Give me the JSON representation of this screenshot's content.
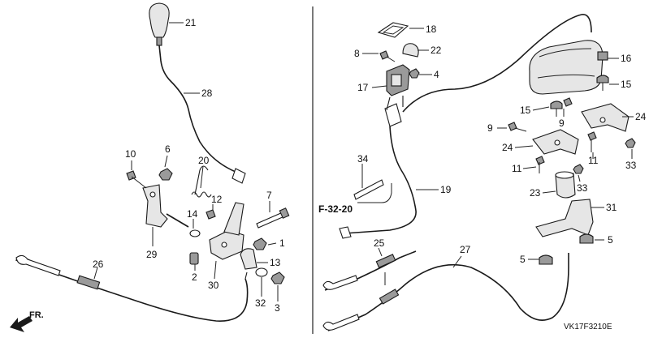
{
  "diagram": {
    "part_numbers": [
      "1",
      "2",
      "3",
      "4",
      "5",
      "6",
      "7",
      "8",
      "9",
      "10",
      "11",
      "12",
      "13",
      "14",
      "15",
      "16",
      "17",
      "18",
      "19",
      "20",
      "21",
      "22",
      "23",
      "24",
      "25",
      "26",
      "27",
      "28",
      "29",
      "30",
      "31",
      "32",
      "33",
      "34"
    ],
    "callouts": {
      "n21": "21",
      "n28": "28",
      "n10": "10",
      "n6": "6",
      "n20": "20",
      "n12": "12",
      "n7": "7",
      "n14": "14",
      "n1": "1",
      "n29": "29",
      "n2": "2",
      "n30": "30",
      "n13": "13",
      "n32": "32",
      "n3": "3",
      "n26": "26",
      "n18": "18",
      "n8": "8",
      "n22": "22",
      "n4": "4",
      "n17": "17",
      "n34": "34",
      "n19": "19",
      "n25": "25",
      "n27": "27",
      "n16": "16",
      "n15a": "15",
      "n15b": "15",
      "n9a": "9",
      "n9b": "9",
      "n24a": "24",
      "n24b": "24",
      "n11a": "11",
      "n11b": "11",
      "n33a": "33",
      "n33b": "33",
      "n23": "23",
      "n31": "31",
      "n5a": "5",
      "n5b": "5"
    },
    "reference": "F-32-20",
    "direction_label": "FR.",
    "diagram_code": "VK17F3210E"
  }
}
